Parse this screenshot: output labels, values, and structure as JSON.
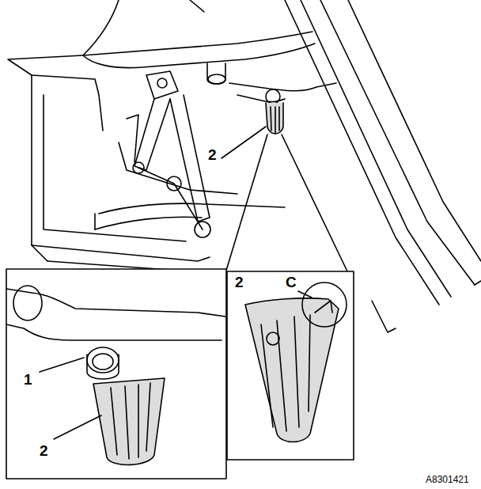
{
  "diagram": {
    "labels": [
      "2",
      "2",
      "C",
      "1",
      "2",
      "A8301421"
    ]
  }
}
